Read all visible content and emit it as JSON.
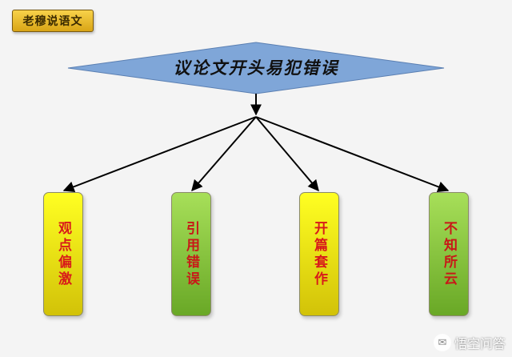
{
  "tag": {
    "label": "老穆说语文"
  },
  "diagram": {
    "root": {
      "label": "议论文开头易犯错误"
    },
    "children": [
      {
        "label": "观点偏激",
        "color": "yellow"
      },
      {
        "label": "引用错误",
        "color": "green"
      },
      {
        "label": "开篇套作",
        "color": "yellow"
      },
      {
        "label": "不知所云",
        "color": "green"
      }
    ]
  },
  "colors": {
    "diamond_fill": "#7fa6d8",
    "yellow_box": "#ffff22",
    "green_box": "#8fcf45",
    "box_text": "#d81a1a",
    "tag_fill": "#f0bf2a"
  },
  "watermark": {
    "text": "悟空问答",
    "icon": "chat-bubble-icon"
  }
}
